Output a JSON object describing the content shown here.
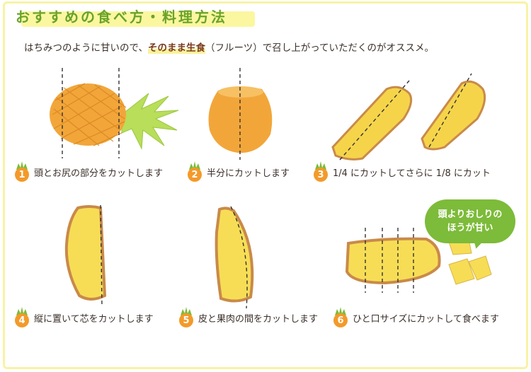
{
  "title": "おすすめの食べ方・料理方法",
  "intro": {
    "before": "はちみつのように甘いので、",
    "emphasis": "そのまま生食",
    "after": "（フルーツ）で召し上がっていただくのがオススメ。"
  },
  "steps": [
    {
      "number": "1",
      "label": "頭とお尻の部分をカットします"
    },
    {
      "number": "2",
      "label": "半分にカットします"
    },
    {
      "number": "3",
      "label": "1/4 にカットしてさらに 1/8 にカット"
    },
    {
      "number": "4",
      "label": "縦に置いて芯をカットします"
    },
    {
      "number": "5",
      "label": "皮と果肉の間をカットします"
    },
    {
      "number": "6",
      "label": "ひと口サイズにカットして食べます"
    }
  ],
  "bubble": {
    "line1": "頭よりおしりの",
    "line2": "ほうが甘い"
  },
  "colors": {
    "accent_green": "#6aa329",
    "badge_orange": "#f39a2a",
    "highlight_yellow": "#fbf7a0",
    "frame_yellow": "#f8f3a6"
  }
}
